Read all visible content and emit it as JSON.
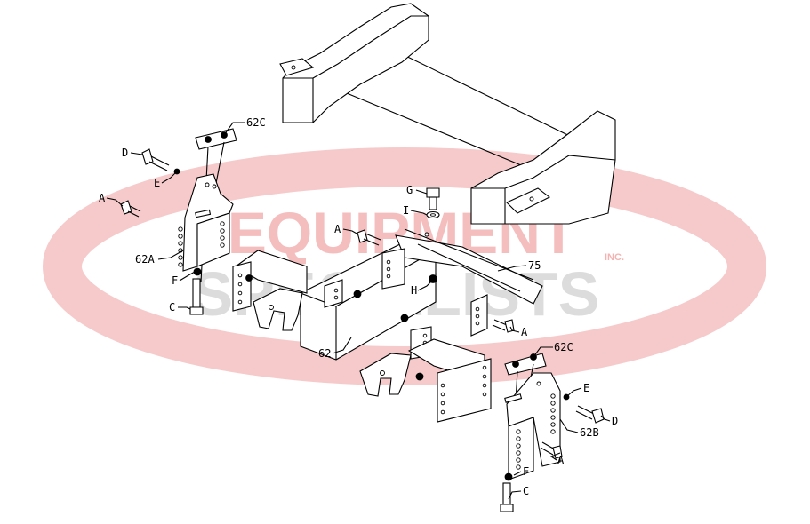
{
  "watermark": {
    "line1": "EQUIPMENT",
    "line2": "SPECIALISTS",
    "inc": "INC.",
    "colors": {
      "ellipse": "#f6caca",
      "line1": "#f3b3b3",
      "line2": "#d6d6d6"
    }
  },
  "labels": {
    "c62c_top": "62C",
    "d_left": "D",
    "e_left": "E",
    "a_left": "A",
    "c62a": "62A",
    "f_left": "F",
    "c_left": "C",
    "g": "G",
    "i": "I",
    "a_mid": "A",
    "c75": "75",
    "h": "H",
    "a_right": "A",
    "c62": "62",
    "c62c_bottom": "62C",
    "e_right": "E",
    "d_right": "D",
    "c62b": "62B",
    "a_bottom": "A",
    "f_right": "F",
    "c_right": "C"
  }
}
